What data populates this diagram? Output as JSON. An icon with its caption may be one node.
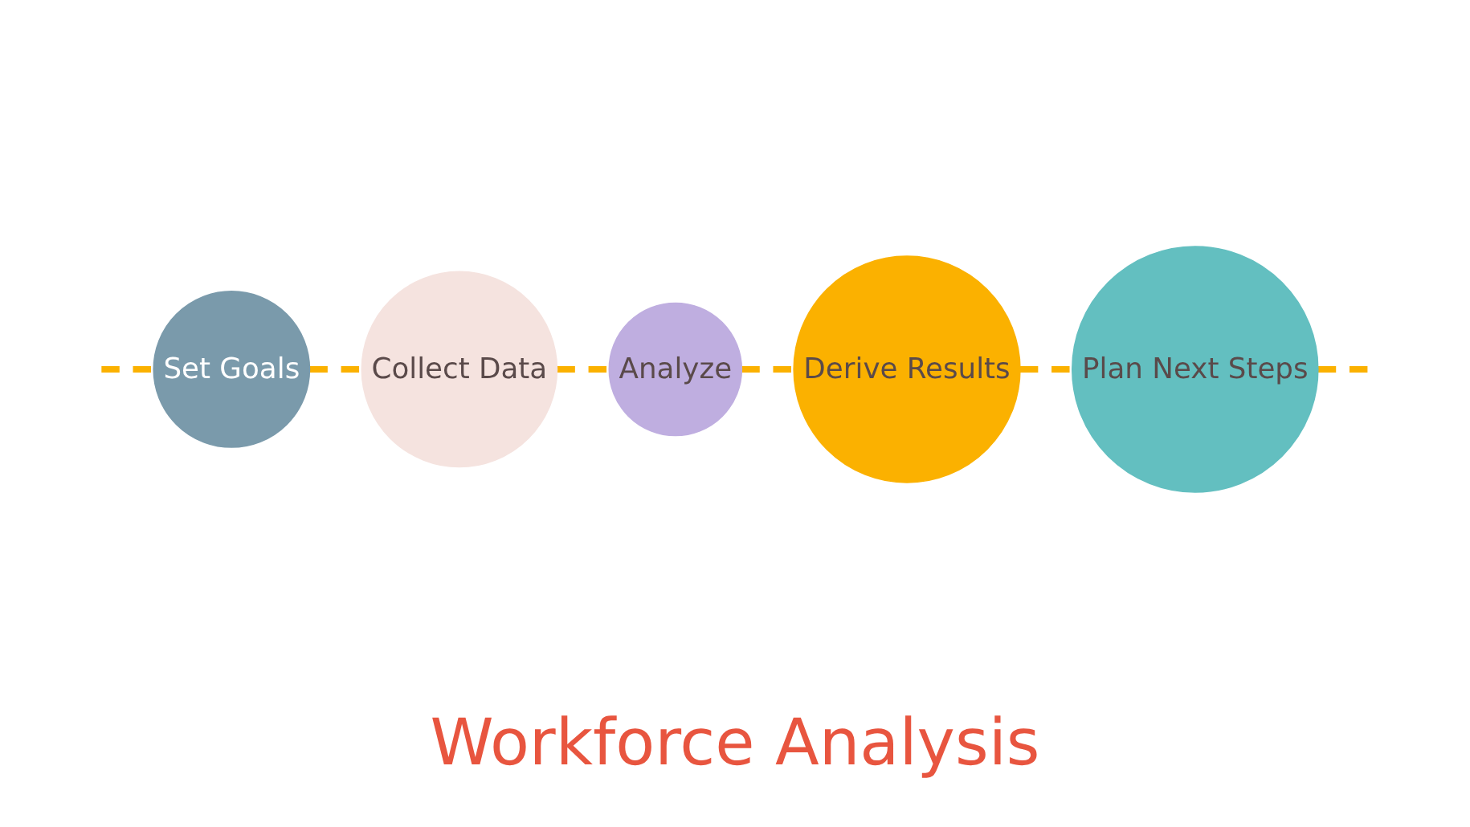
{
  "diagram": {
    "title": "Workforce Analysis",
    "nodes": [
      {
        "text": [
          "Set Goals"
        ]
      },
      {
        "text": [
          "Collect Data"
        ]
      },
      {
        "text": [
          "Analyze"
        ]
      },
      {
        "text": [
          "Derive Results"
        ]
      },
      {
        "text": [
          "Plan Next Steps"
        ]
      }
    ],
    "edges": [
      {
        "from": null,
        "to": 0,
        "arrow": "none",
        "style": "dashed"
      },
      {
        "from": 0,
        "to": 1,
        "arrow": "none",
        "style": "dashed"
      },
      {
        "from": 1,
        "to": 2,
        "arrow": "none",
        "style": "dashed"
      },
      {
        "from": 2,
        "to": 3,
        "arrow": "none",
        "style": "dashed"
      },
      {
        "from": 3,
        "to": 4,
        "arrow": "none",
        "style": "dashed"
      },
      {
        "from": 4,
        "to": null,
        "arrow": "none",
        "style": "dashed"
      }
    ]
  }
}
